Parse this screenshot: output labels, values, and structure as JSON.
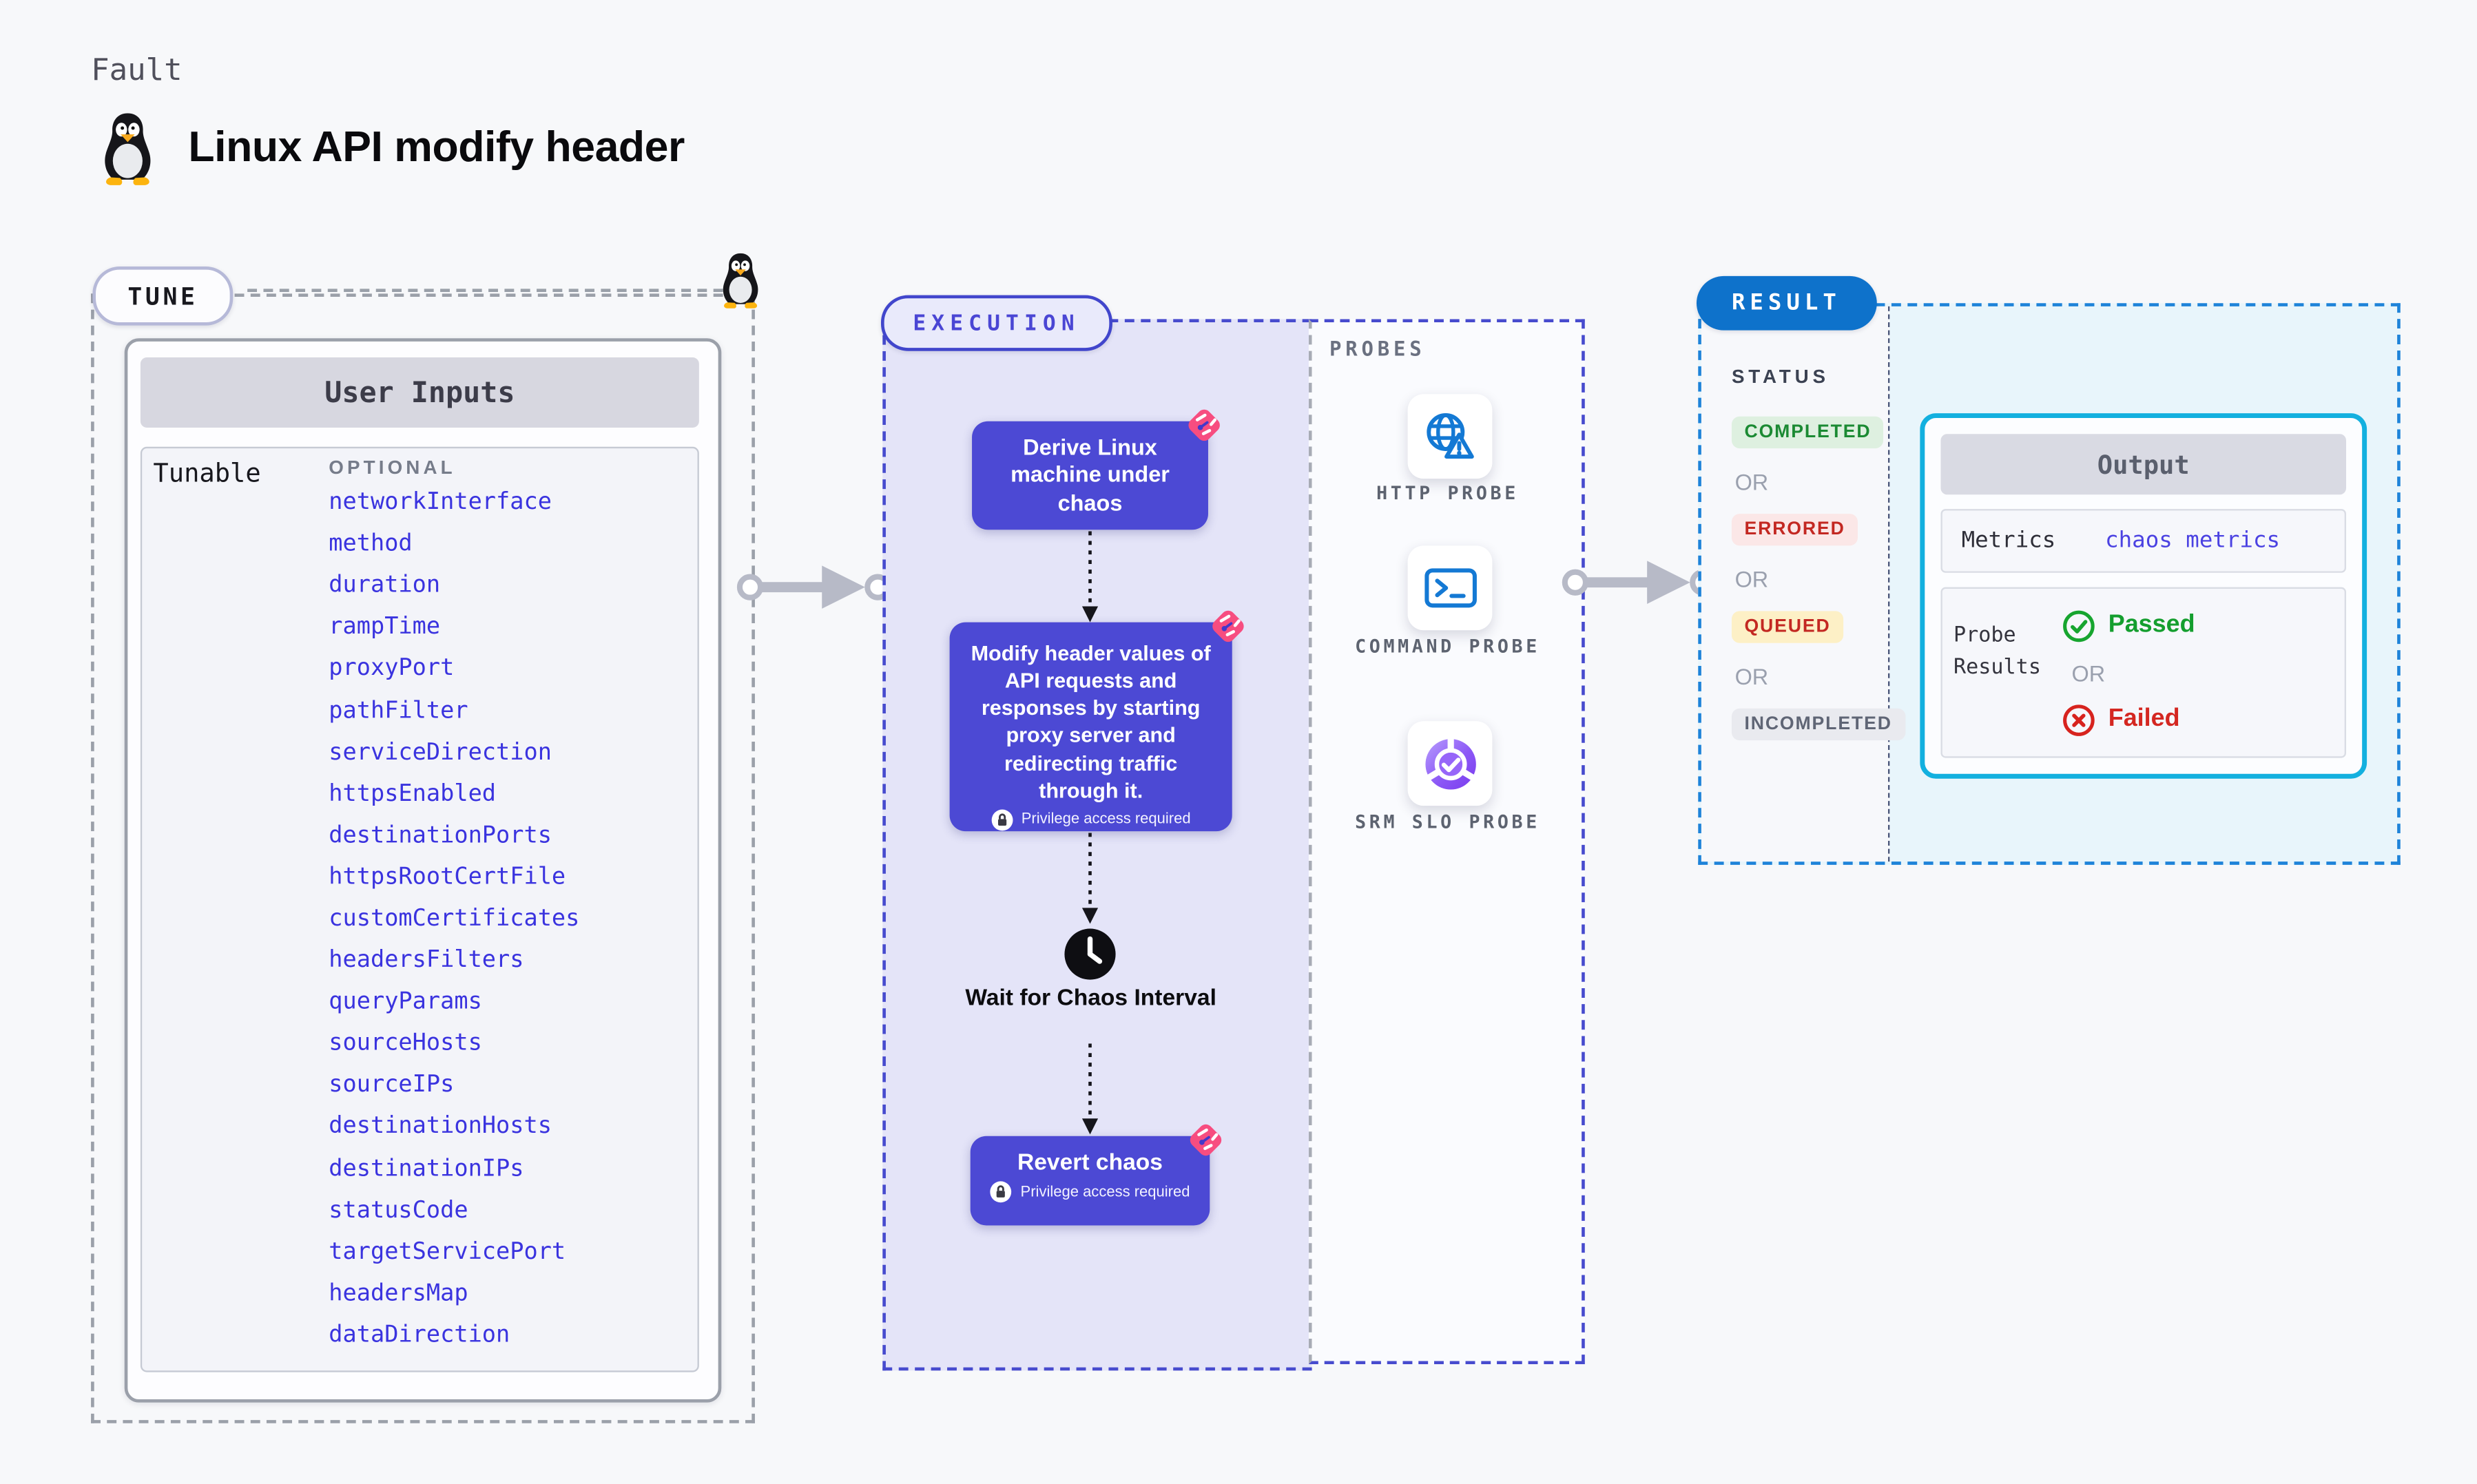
{
  "page": {
    "kicker": "Fault",
    "title": "Linux API modify header"
  },
  "colors": {
    "accent_indigo": "#4c49d4",
    "lavender_bg": "#e4e4f8",
    "pink_badge": "#f74d80",
    "probe_icon_blue": "#1479d4",
    "result_pill_blue": "#0e72cb",
    "result_dash_blue": "#1e83d9",
    "output_border_cyan": "#13b0df",
    "param_link_blue": "#3a33df",
    "success_green": "#149e2e",
    "error_red": "#d42721"
  },
  "icons": {
    "fault": "tux-penguin-icon",
    "privilege": "lock-icon",
    "wait": "clock-icon",
    "step_corner": "chaos-logo-badge-icon",
    "http_probe": "globe-warning-icon",
    "command_probe": "terminal-icon",
    "srm_slo_probe": "slo-donut-check-icon",
    "passed": "check-circle-icon",
    "failed": "x-circle-icon",
    "flow": "arrow-right-icon"
  },
  "tune": {
    "label": "TUNE",
    "card_title": "User Inputs",
    "row_label": "Tunable",
    "column_label": "OPTIONAL",
    "params": [
      "networkInterface",
      "method",
      "duration",
      "rampTime",
      "proxyPort",
      "pathFilter",
      "serviceDirection",
      "httpsEnabled",
      "destinationPorts",
      "httpsRootCertFile",
      "customCertificates",
      "headersFilters",
      "queryParams",
      "sourceHosts",
      "sourceIPs",
      "destinationHosts",
      "destinationIPs",
      "statusCode",
      "targetServicePort",
      "headersMap",
      "dataDirection"
    ]
  },
  "execution": {
    "label": "EXECUTION",
    "derive_step": "Derive Linux machine under chaos",
    "modify_step": "Modify header values of API requests and responses by starting proxy server and redirecting traffic through it.",
    "wait_step": "Wait for Chaos Interval",
    "revert_step": "Revert chaos",
    "privilege_note": "Privilege access required"
  },
  "probes": {
    "label": "PROBES",
    "items": [
      {
        "name": "HTTP PROBE"
      },
      {
        "name": "COMMAND PROBE"
      },
      {
        "name": "SRM SLO PROBE"
      }
    ]
  },
  "result": {
    "label": "RESULT",
    "status_label": "STATUS",
    "or_label": "OR",
    "statuses": [
      {
        "text": "COMPLETED",
        "variant": "success"
      },
      {
        "text": "ERRORED",
        "variant": "error"
      },
      {
        "text": "QUEUED",
        "variant": "warning"
      },
      {
        "text": "INCOMPLETED",
        "variant": "muted"
      }
    ],
    "output": {
      "title": "Output",
      "metrics_label": "Metrics",
      "metrics_link": "chaos metrics",
      "probe_results_label": "Probe Results",
      "passed_label": "Passed",
      "failed_label": "Failed"
    }
  }
}
